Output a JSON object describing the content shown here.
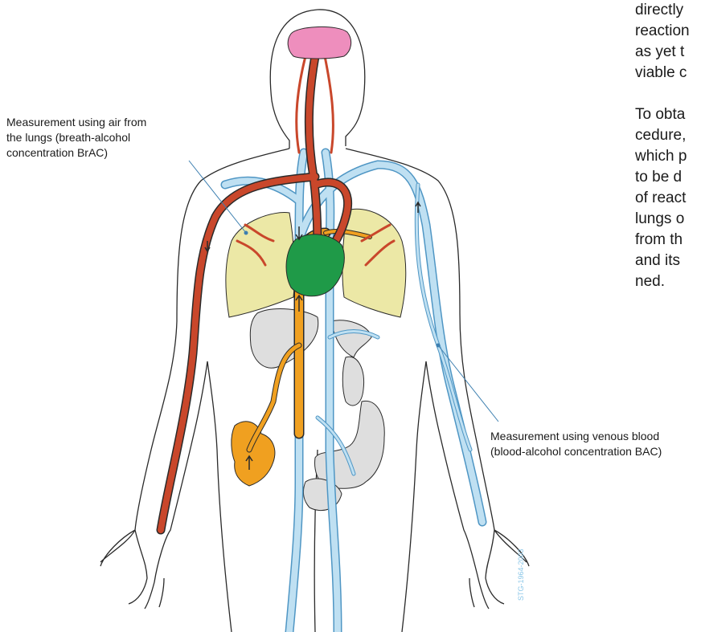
{
  "labels": {
    "breath": [
      "Measurement using air from",
      "the lungs (breath-alcohol",
      "concentration BrAC)"
    ],
    "blood": [
      "Measurement using venous blood",
      "(blood-alcohol concentration BAC)"
    ]
  },
  "side_text": {
    "paragraph1": [
      "directly",
      "reaction",
      "as yet t",
      "viable c"
    ],
    "paragraph2": [
      "To obta",
      "cedure,",
      "which p",
      "to be d",
      "of react",
      "lungs o",
      "from th",
      "and its",
      "ned."
    ]
  },
  "figure_code": "STG-1964-2003",
  "colors": {
    "artery": "#c9472b",
    "portal": "#f0a020",
    "vein": "#bfe0f2",
    "vein_stroke": "#4f96c4",
    "lung": "#ece8a6",
    "heart": "#1f9a48",
    "brain": "#ee8ebd",
    "organ_gray": "#dedede",
    "outline": "#2a2a2a",
    "leader_line": "#3d7fb0"
  }
}
